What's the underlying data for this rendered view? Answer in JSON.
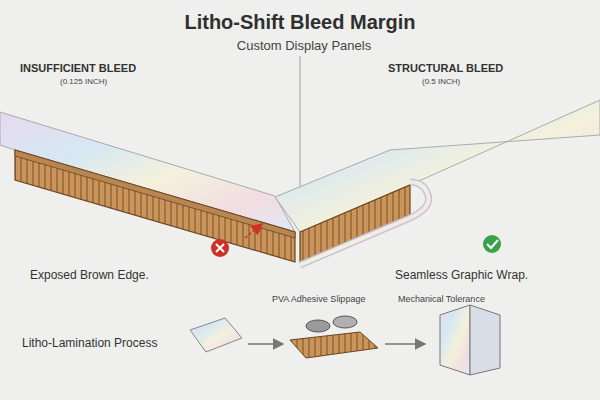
{
  "diagram": {
    "title": "Litho-Shift Bleed Margin",
    "labels": [
      "Custom Display Panels",
      "INSUFFICIENT BLEED",
      "(0.125 INCH)",
      "STRUCTURAL BLEED",
      "(0.5 INCH)",
      "Exposed Brown Edge.",
      "Seamless Graphic Wrap.",
      "Litho-Lamination Process",
      "PVA Adhesive Slippage",
      "Mechanical Tolerance"
    ]
  }
}
